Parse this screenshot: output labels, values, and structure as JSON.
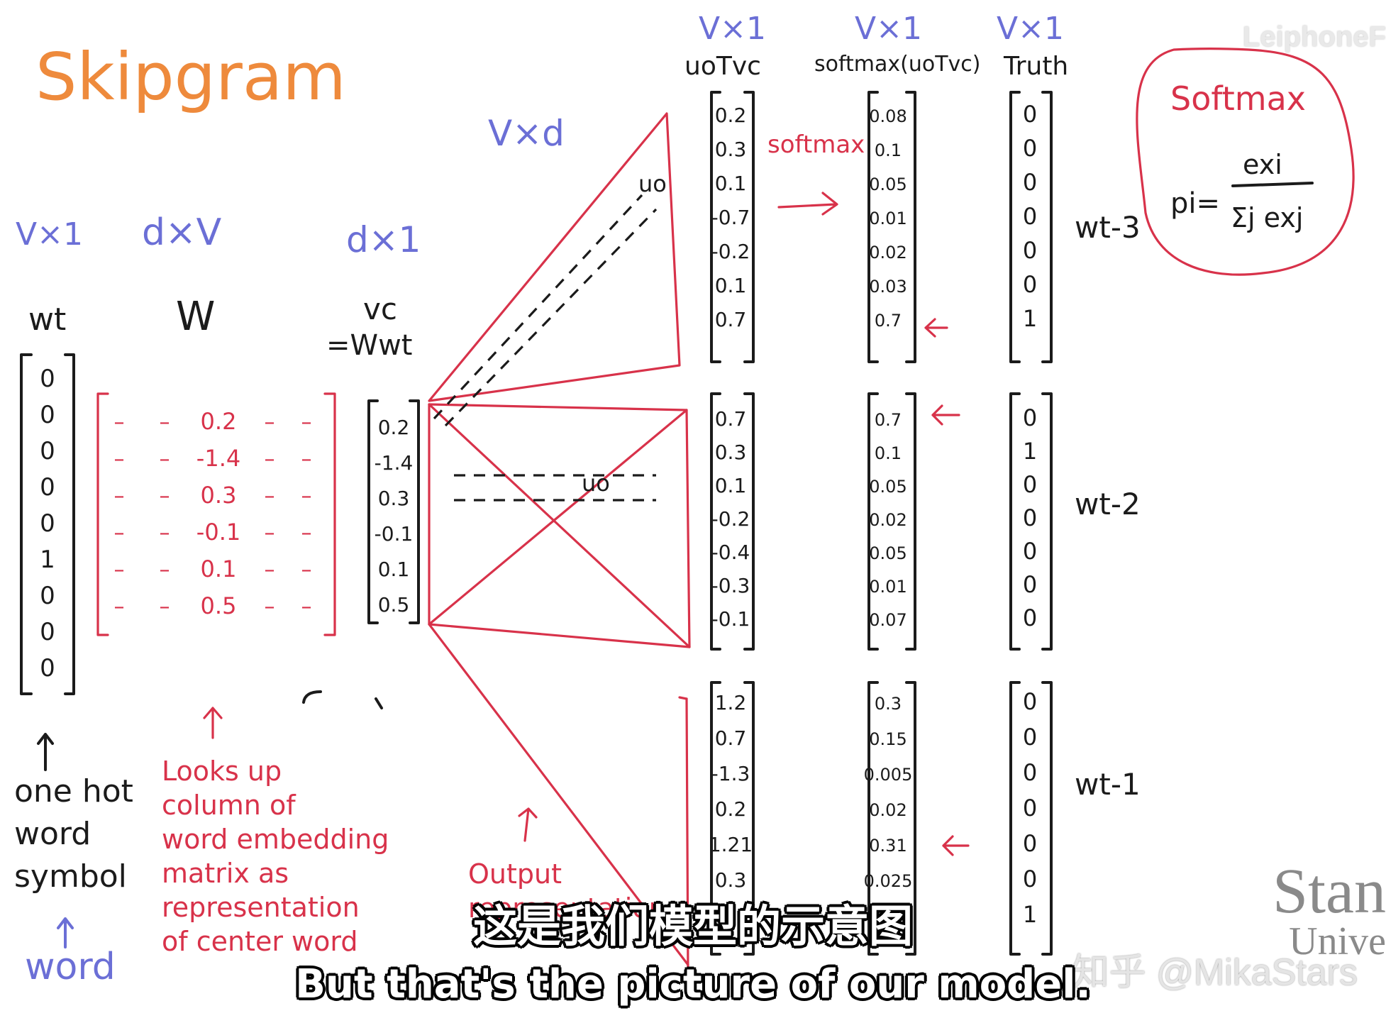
{
  "title": "Skipgram",
  "labels": {
    "vx1_left": "V×1",
    "dxV": "d×V",
    "dx1": "d×1",
    "vxd": "V×d",
    "wt": "wt",
    "W": "W",
    "vc": "vc",
    "vc_eq": "=Wwt",
    "uo": "uo",
    "col1_dim": "V×1",
    "col1_formula": "uoTvc",
    "col2_dim": "V×1",
    "col2_formula": "softmax(uoTvc)",
    "col3_dim": "V×1",
    "col3_formula": "Truth",
    "softmax_arrow": "softmax",
    "row_label_1": "wt-3",
    "row_label_2": "wt-2",
    "row_label_3": "wt-1"
  },
  "softmax_box": {
    "title": "Softmax",
    "lhs": "pi=",
    "numerator": "exi",
    "denominator": "Σj exj"
  },
  "one_hot": [
    "0",
    "0",
    "0",
    "0",
    "0",
    "1",
    "0",
    "0",
    "0"
  ],
  "W_matrix": [
    "0.2",
    "-1.4",
    "0.3",
    "-0.1",
    "0.1",
    "0.5"
  ],
  "vc_vector": [
    "0.2",
    "-1.4",
    "0.3",
    "-0.1",
    "0.1",
    "0.5"
  ],
  "logits": [
    [
      "0.2",
      "0.3",
      "0.1",
      "-0.7",
      "-0.2",
      "0.1",
      "0.7"
    ],
    [
      "0.7",
      "0.3",
      "0.1",
      "-0.2",
      "-0.4",
      "-0.3",
      "-0.1"
    ],
    [
      "1.2",
      "0.7",
      "-1.3",
      "0.2",
      "1.21",
      "0.3"
    ]
  ],
  "softmax_vals": [
    [
      "0.08",
      "0.1",
      "0.05",
      "0.01",
      "0.02",
      "0.03",
      "0.7"
    ],
    [
      "0.7",
      "0.1",
      "0.05",
      "0.02",
      "0.05",
      "0.01",
      "0.07"
    ],
    [
      "0.3",
      "0.15",
      "0.005",
      "0.02",
      "0.31",
      "0.025"
    ]
  ],
  "truth": [
    [
      "0",
      "0",
      "0",
      "0",
      "0",
      "0",
      "1"
    ],
    [
      "0",
      "1",
      "0",
      "0",
      "0",
      "0",
      "0"
    ],
    [
      "0",
      "0",
      "0",
      "0",
      "0",
      "0",
      "1"
    ]
  ],
  "annotations": {
    "one_hot": [
      "one hot",
      "word",
      "symbol"
    ],
    "word": "word",
    "lookup": [
      "Looks up",
      "column of",
      "word embedding",
      "matrix as",
      "representation",
      "of center word"
    ],
    "output": [
      "Output",
      "representation"
    ]
  },
  "subtitle_cn": "这是我们模型的示意图",
  "subtitle_en": "But that's the picture of our model.",
  "watermark_top": "LeiphoneF",
  "watermark_zhihu": "知乎 @MikaStars",
  "watermark_stan": "Stan",
  "watermark_univ": "Unive"
}
